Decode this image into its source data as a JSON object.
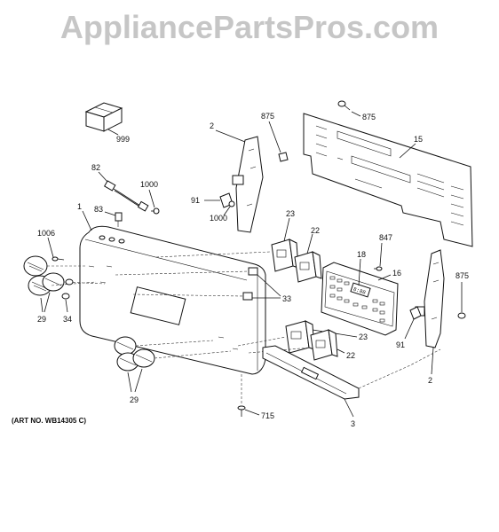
{
  "watermark": "AppliancePartsPros.com",
  "art_number": "(ART NO. WB14305 C)",
  "callouts": {
    "c999": "999",
    "c82": "82",
    "c1000a": "1000",
    "c83": "83",
    "c1": "1",
    "c1006": "1006",
    "c29a": "29",
    "c34": "34",
    "c29b": "29",
    "c2a": "2",
    "c875a": "875",
    "c875b": "875",
    "c15": "15",
    "c91a": "91",
    "c1000b": "1000",
    "c23a": "23",
    "c22a": "22",
    "c847": "847",
    "c18": "18",
    "c16": "16",
    "c33": "33",
    "c23b": "23",
    "c22b": "22",
    "c875c": "875",
    "c91b": "91",
    "c2b": "2",
    "c715": "715",
    "c3": "3"
  },
  "display_readout": "8:88"
}
